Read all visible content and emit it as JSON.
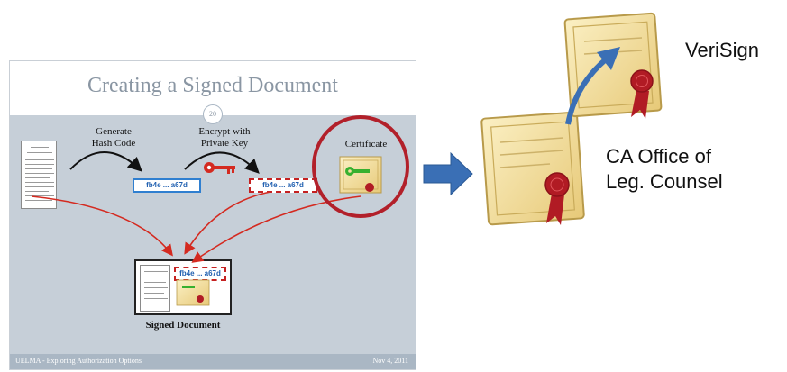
{
  "slide": {
    "title": "Creating a Signed Document",
    "page_number": "20",
    "steps": {
      "hash": "Generate\nHash Code",
      "encrypt": "Encrypt with\nPrivate Key",
      "certificate": "Certificate",
      "signed": "Signed Document"
    },
    "hash_value": "fb4e ... a67d",
    "encrypted_value": "fb4e ... a67d",
    "embedded_value": "fb4e ... a67d",
    "footer_left": "UELMA - Exploring Authorization Options",
    "footer_right": "Nov 4, 2011"
  },
  "chain": {
    "root_label": "VeriSign",
    "intermediate_label_line1": "CA Office of",
    "intermediate_label_line2": "Leg. Counsel"
  },
  "colors": {
    "arrow_red": "#d42a20",
    "arrow_blue": "#3a6fb5",
    "circle": "#b2202a",
    "cert_paper": "#f2dfa0",
    "seal_red": "#b11b24"
  }
}
